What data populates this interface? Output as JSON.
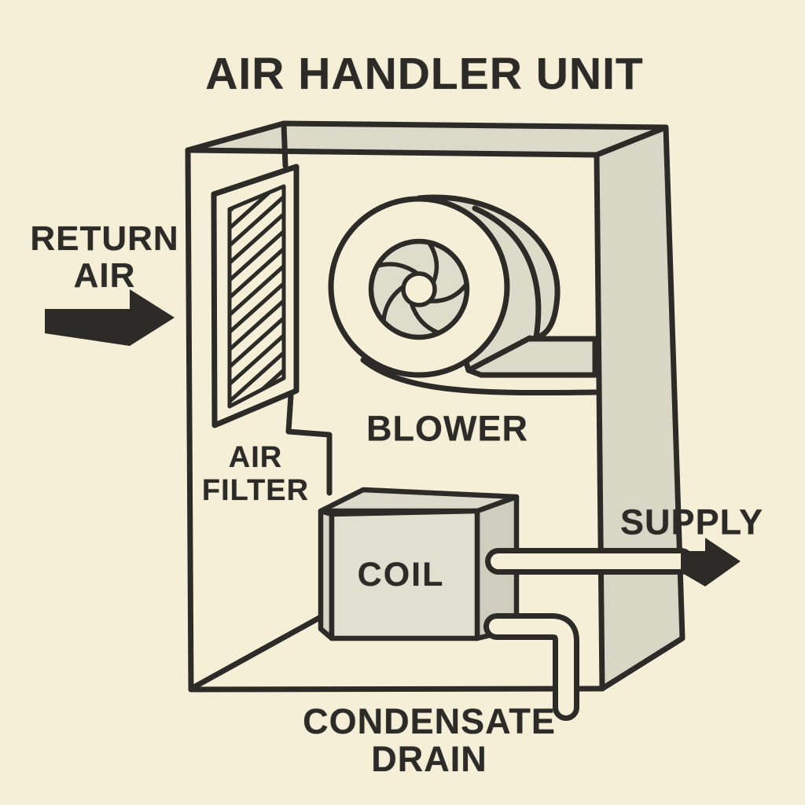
{
  "title": "AIR HANDLER UNIT",
  "labels": {
    "return_air": {
      "line1": "RETURN",
      "line2": "AIR"
    },
    "air_filter": {
      "line1": "AIR",
      "line2": "FILTER"
    },
    "blower": "BLOWER",
    "coil": "COIL",
    "supply": "SUPPLY",
    "condensate_drain": {
      "line1": "CONDENSATE",
      "line2": "DRAIN"
    }
  },
  "diagram": {
    "type": "cutaway-cabinet-illustration",
    "components": [
      "AIR FILTER",
      "BLOWER",
      "COIL",
      "CONDENSATE DRAIN"
    ],
    "airflow_in": "RETURN AIR",
    "airflow_out": "SUPPLY",
    "icons": [
      "return-air-arrow-icon",
      "supply-arrow-icon",
      "fan-wheel-icon"
    ]
  },
  "colors": {
    "background": "#f5efd8",
    "ink": "#2c2b28",
    "wall_gray": "#d8d7c6",
    "top_gray": "#dbdac9",
    "component_gray": "#e1e0d0",
    "fan_gray": "#deddcc",
    "coil_side_gray": "#cfcebe"
  }
}
